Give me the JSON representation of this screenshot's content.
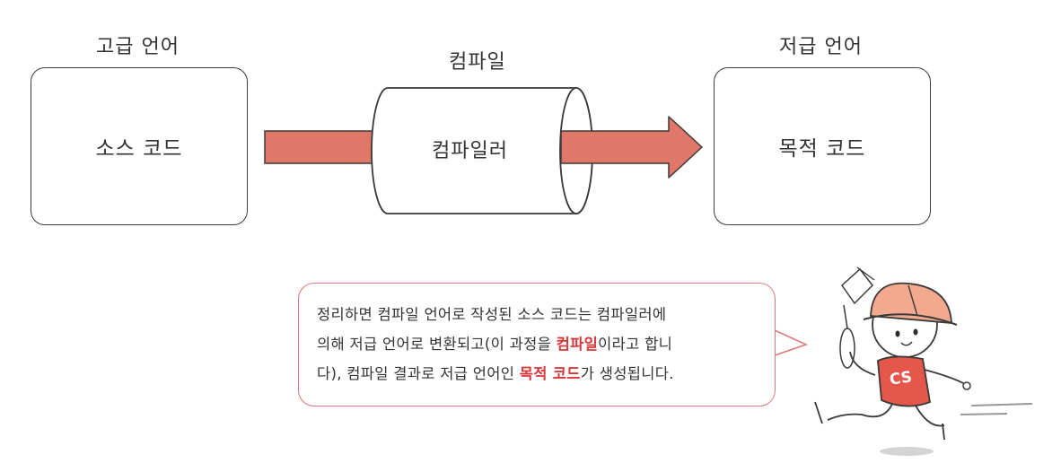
{
  "diagram": {
    "high_level_label": "고급 언어",
    "compile_label": "컴파일",
    "low_level_label": "저급 언어",
    "source_box": "소스 코드",
    "compiler_label": "컴파일러",
    "target_box": "목적 코드"
  },
  "bubble": {
    "line1": "정리하면 컴파일 언어로 작성된 소스 코드는 컴파일러에",
    "line2_a": "의해 저급 언어로 변환되고(이 과정을 ",
    "line2_hl": "컴파일",
    "line2_b": "이라고 합니",
    "line3_a": "다), 컴파일 결과로 저급 언어인 ",
    "line3_hl": "목적 코드",
    "line3_b": "가 생성됩니다."
  },
  "mascot": {
    "shirt_text": "CS"
  },
  "colors": {
    "arrow": "#e0786a",
    "highlight": "#d9383a",
    "bubble_border": "#e07a7a",
    "helmet": "#f2a98e",
    "shirt": "#e4574a"
  }
}
